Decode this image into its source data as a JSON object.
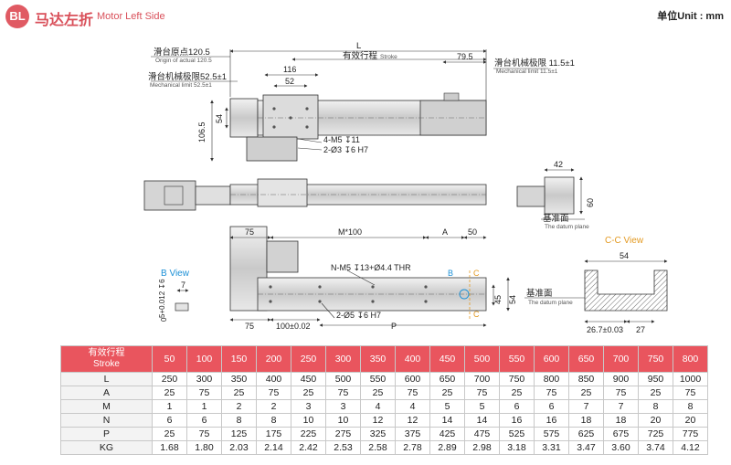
{
  "header": {
    "badge": "BL",
    "title_cn": "马达左折",
    "title_en": "Motor Left Side",
    "unit": "单位Unit : mm"
  },
  "labels": {
    "L": "L",
    "stroke_cn": "有效行程",
    "stroke_en": "Stroke",
    "origin_cn": "滑台原点120.5",
    "origin_en": "Origin of actual 120.5",
    "mech_left_cn": "滑台机械极限52.5±1",
    "mech_left_en": "Mechanical limit 52.5±1",
    "mech_right_cn": "滑台机械极限 11.5±1",
    "mech_right_en": "Mechanical limit 11.5±1",
    "d79_5": "79.5",
    "d116": "116",
    "d52": "52",
    "d54a": "54",
    "d106_5": "106.5",
    "m5": "4-M5 ↧11",
    "d3": "2-Ø3 ↧6 H7",
    "d42": "42",
    "d60": "60",
    "datum_cn": "基准面",
    "datum_en": "The datum plane",
    "d75a": "75",
    "m100": "M*100",
    "dA": "A",
    "d50": "50",
    "nm5": "N-M5 ↧13+Ø4.4 THR",
    "markB": "B",
    "markC1": "C",
    "markC2": "C",
    "d45": "45",
    "d54b": "54",
    "d75b": "75",
    "d100": "100±0.02",
    "d5": "2-Ø5 ↧6 H7",
    "dP": "P",
    "bview": "B View",
    "d7": "7",
    "d5tol": "5+0.012 ↧6",
    "d0": "0",
    "ccview": "C-C View",
    "d54c": "54",
    "d26": "26.7±0.03",
    "d27": "27"
  },
  "table": {
    "header_cn": "有效行程",
    "header_en": "Stroke",
    "strokes": [
      "50",
      "100",
      "150",
      "200",
      "250",
      "300",
      "350",
      "400",
      "450",
      "500",
      "550",
      "600",
      "650",
      "700",
      "750",
      "800"
    ],
    "rows": [
      {
        "name": "L",
        "values": [
          "250",
          "300",
          "350",
          "400",
          "450",
          "500",
          "550",
          "600",
          "650",
          "700",
          "750",
          "800",
          "850",
          "900",
          "950",
          "1000"
        ]
      },
      {
        "name": "A",
        "values": [
          "25",
          "75",
          "25",
          "75",
          "25",
          "75",
          "25",
          "75",
          "25",
          "75",
          "25",
          "75",
          "25",
          "75",
          "25",
          "75"
        ]
      },
      {
        "name": "M",
        "values": [
          "1",
          "1",
          "2",
          "2",
          "3",
          "3",
          "4",
          "4",
          "5",
          "5",
          "6",
          "6",
          "7",
          "7",
          "8",
          "8"
        ]
      },
      {
        "name": "N",
        "values": [
          "6",
          "6",
          "8",
          "8",
          "10",
          "10",
          "12",
          "12",
          "14",
          "14",
          "16",
          "16",
          "18",
          "18",
          "20",
          "20"
        ]
      },
      {
        "name": "P",
        "values": [
          "25",
          "75",
          "125",
          "175",
          "225",
          "275",
          "325",
          "375",
          "425",
          "475",
          "525",
          "575",
          "625",
          "675",
          "725",
          "775"
        ]
      },
      {
        "name": "KG",
        "values": [
          "1.68",
          "1.80",
          "2.03",
          "2.14",
          "2.42",
          "2.53",
          "2.58",
          "2.78",
          "2.89",
          "2.98",
          "3.18",
          "3.31",
          "3.47",
          "3.60",
          "3.74",
          "4.12"
        ]
      }
    ]
  }
}
